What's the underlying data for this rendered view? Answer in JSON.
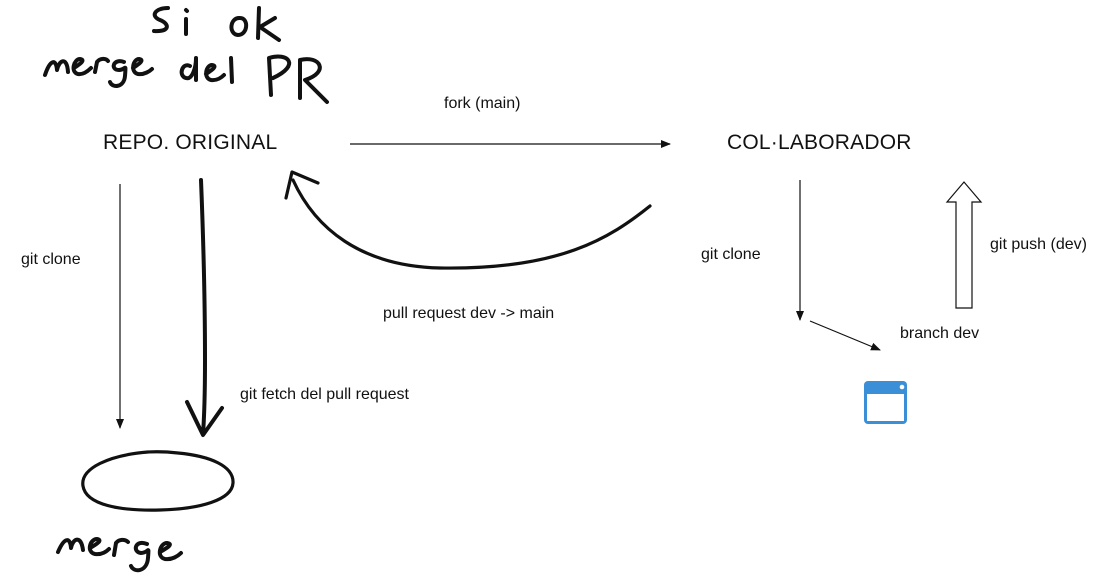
{
  "nodes": {
    "repo_original": "REPO. ORIGINAL",
    "collaborador": "COL·LABORADOR"
  },
  "edges": {
    "fork": "fork (main)",
    "git_clone_left": "git clone",
    "git_fetch": "git fetch del pull request",
    "pull_request": "pull request dev -> main",
    "git_clone_right": "git clone",
    "git_push": "git push (dev)",
    "branch_dev": "branch dev"
  },
  "handwritten": {
    "si_ok": "Si ok",
    "merge_del_pr": "merge del PR",
    "merge": "merge"
  },
  "icons": {
    "window": "browser-window-icon"
  },
  "colors": {
    "ink": "#111111",
    "window_icon": "#3b8fd6"
  }
}
